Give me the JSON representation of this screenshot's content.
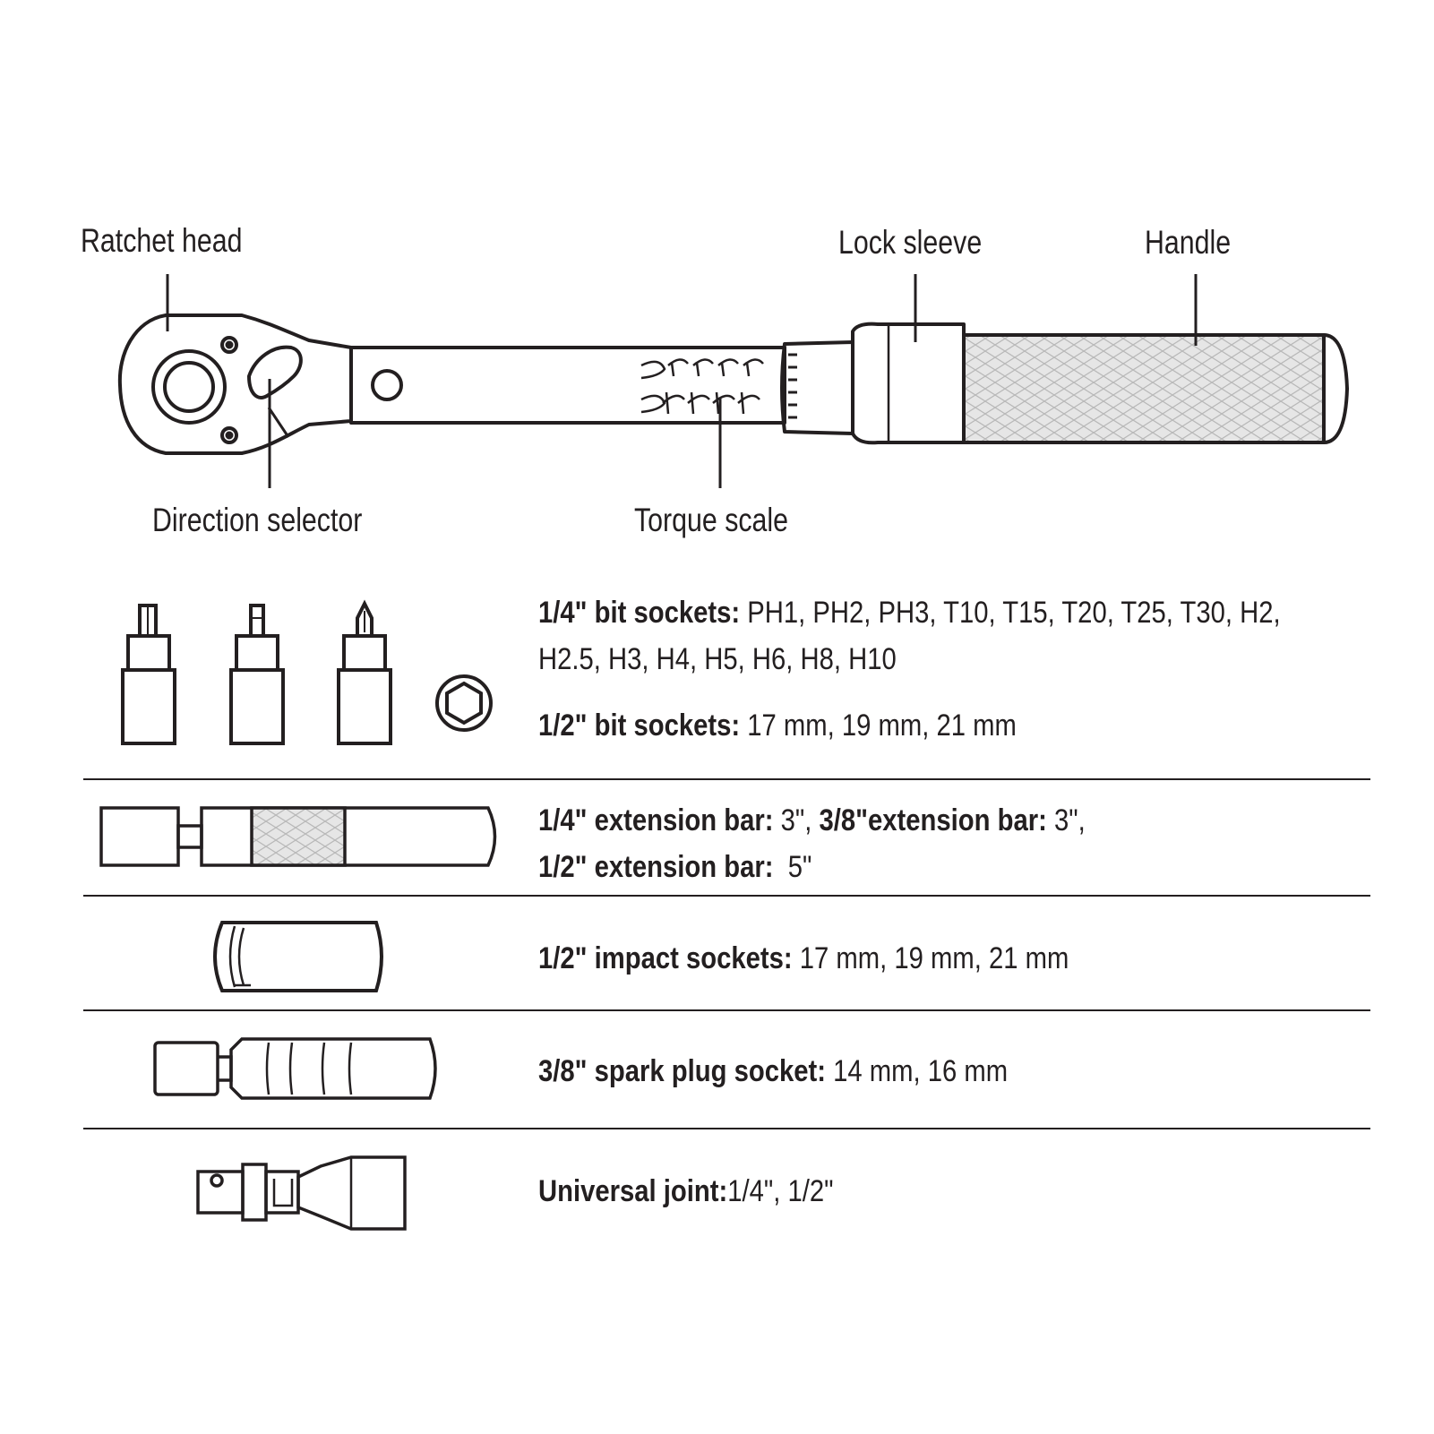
{
  "callouts": {
    "ratchet_head": "Ratchet head",
    "lock_sleeve": "Lock sleeve",
    "handle": "Handle",
    "direction_selector": "Direction selector",
    "torque_scale": "Torque scale"
  },
  "specs": {
    "bit_quarter": {
      "label": "1/4\" bit sockets:",
      "line1": " PH1, PH2, PH3, T10, T15, T20, T25, T30, H2,",
      "line2": "H2.5, H3, H4, H5, H6, H8, H10"
    },
    "bit_half": {
      "label": "1/2\" bit sockets:",
      "value": " 17 mm, 19 mm, 21 mm"
    },
    "ext_quarter": {
      "label": "1/4\" extension bar:",
      "value": " 3\", "
    },
    "ext_three_eighths": {
      "label": "3/8\"extension bar:",
      "value": " 3\","
    },
    "ext_half": {
      "label": "1/2\" extension bar:",
      "value": "  5\""
    },
    "impact": {
      "label": "1/2\" impact sockets:",
      "value": " 17 mm, 19 mm, 21 mm"
    },
    "spark": {
      "label": "3/8\" spark plug socket:",
      "value": " 14 mm, 16 mm"
    },
    "ujoint": {
      "label": "Universal joint:",
      "value": "1/4\", 1/2\""
    }
  },
  "colors": {
    "ink": "#231f20",
    "knurl_fill": "#e6e6e6",
    "background": "#ffffff"
  }
}
